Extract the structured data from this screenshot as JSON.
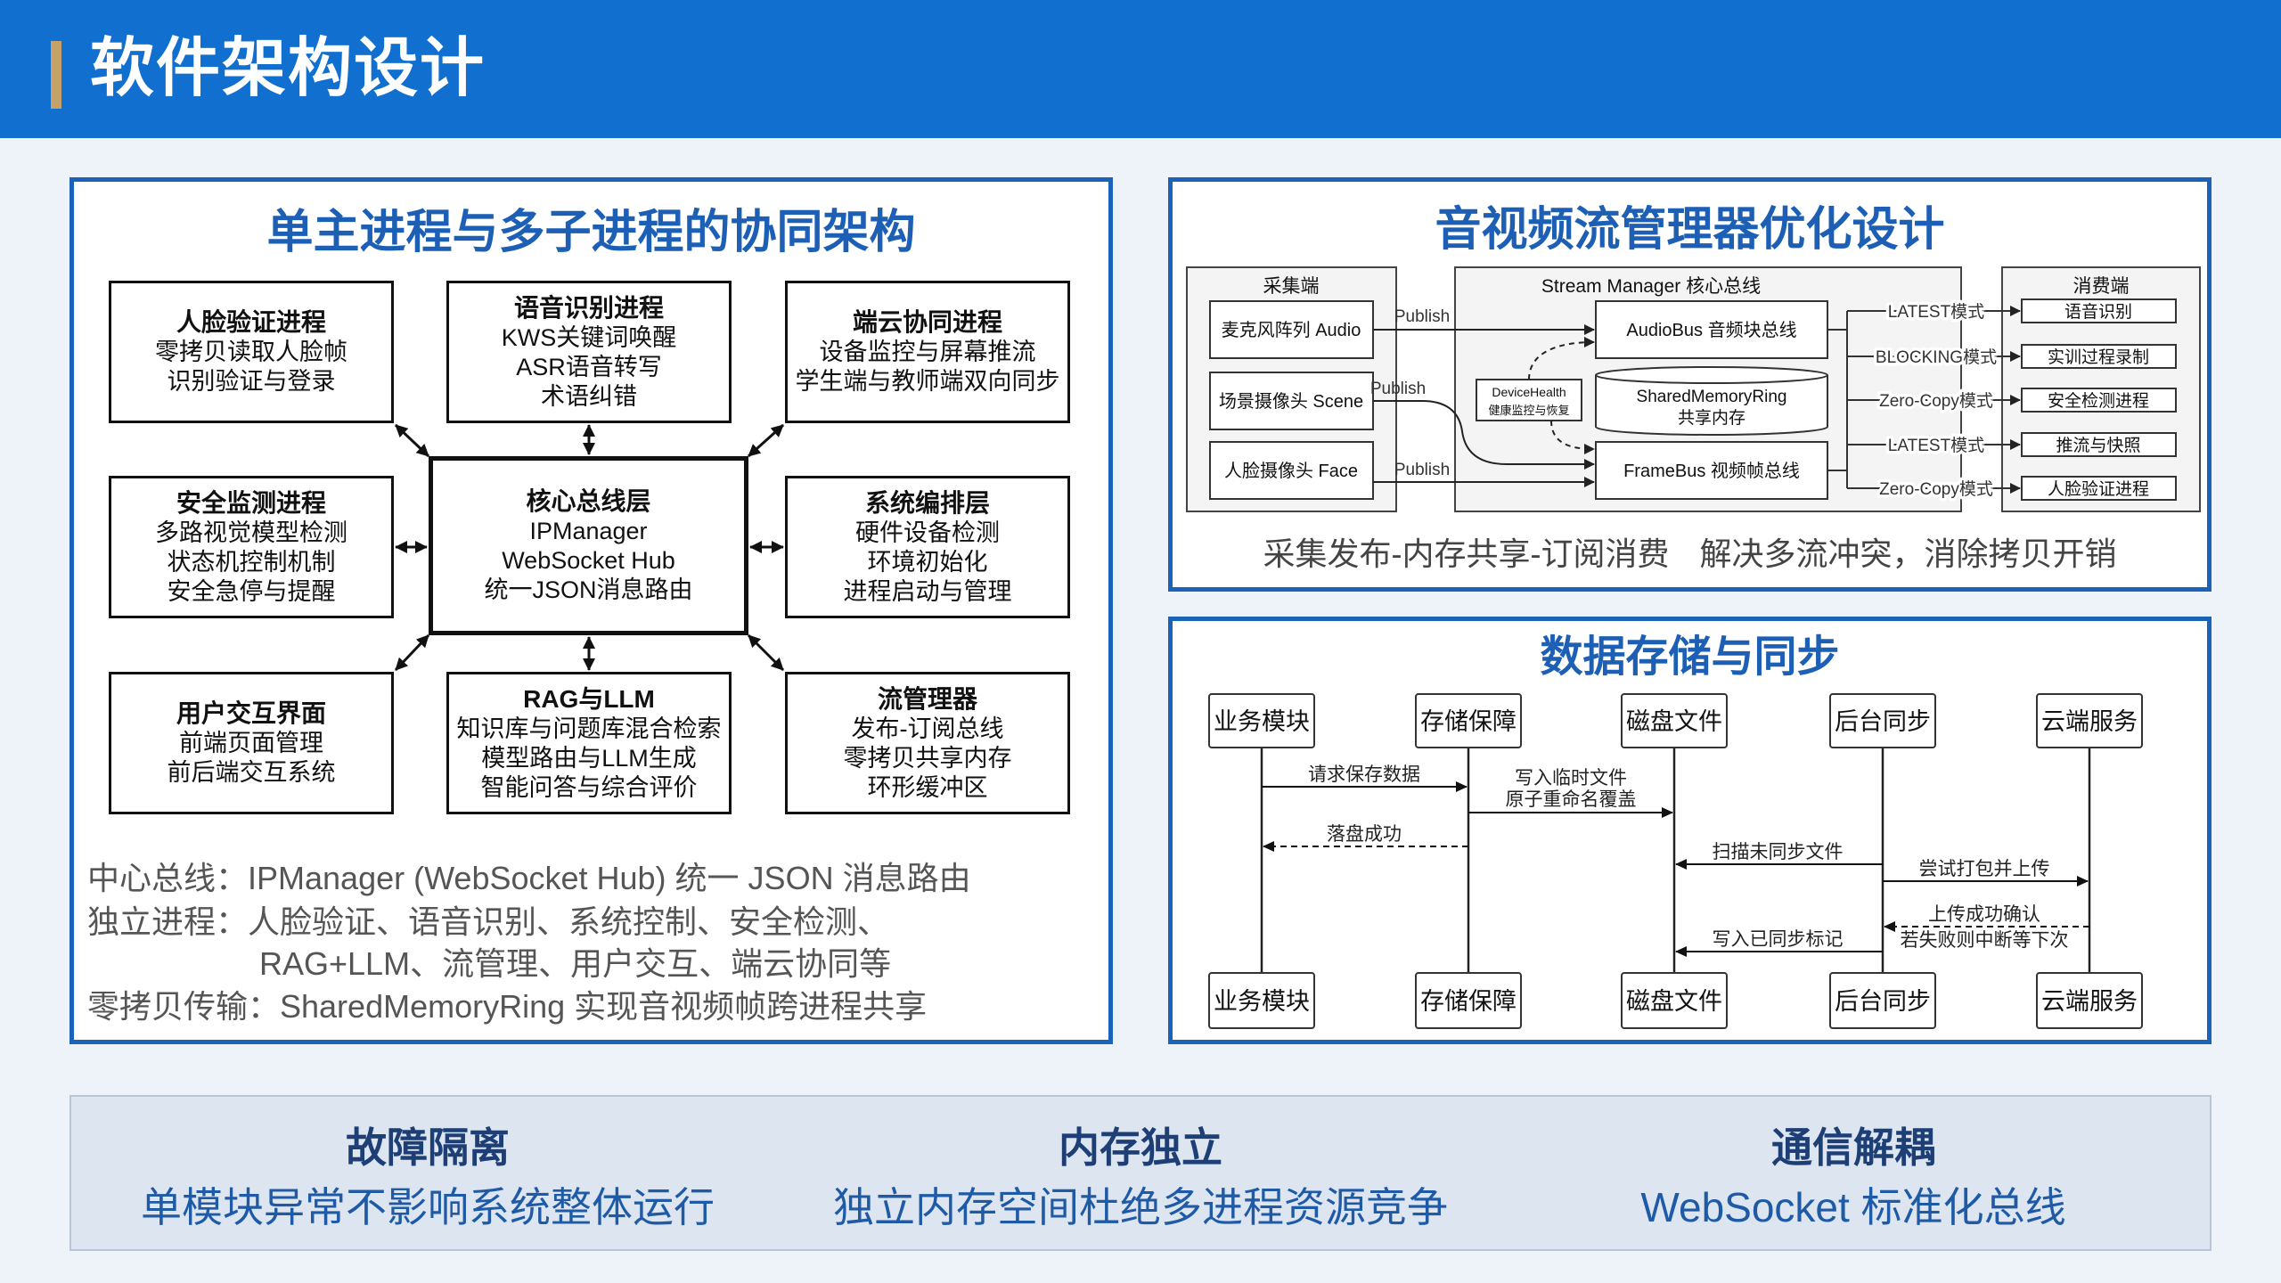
{
  "header": {
    "title": "软件架构设计"
  },
  "arch": {
    "title": "单主进程与多子进程的协同架构",
    "modules": [
      {
        "title": "人脸验证进程",
        "lines": [
          "零拷贝读取人脸帧",
          "识别验证与登录"
        ]
      },
      {
        "title": "语音识别进程",
        "lines": [
          "KWS关键词唤醒",
          "ASR语音转写",
          "术语纠错"
        ]
      },
      {
        "title": "端云协同进程",
        "lines": [
          "设备监控与屏幕推流",
          "学生端与教师端双向同步"
        ]
      },
      {
        "title": "安全监测进程",
        "lines": [
          "多路视觉模型检测",
          "状态机控制机制",
          "安全急停与提醒"
        ]
      },
      {
        "title": "系统编排层",
        "lines": [
          "硬件设备检测",
          "环境初始化",
          "进程启动与管理"
        ]
      },
      {
        "title": "用户交互界面",
        "lines": [
          "前端页面管理",
          "前后端交互系统"
        ]
      },
      {
        "title": "RAG与LLM",
        "lines": [
          "知识库与问题库混合检索",
          "模型路由与LLM生成",
          "智能问答与综合评价"
        ]
      },
      {
        "title": "流管理器",
        "lines": [
          "发布-订阅总线",
          "零拷贝共享内存",
          "环形缓冲区"
        ]
      }
    ],
    "core": {
      "title": "核心总线层",
      "lines": [
        "IPManager",
        "WebSocket Hub",
        "统一JSON消息路由"
      ]
    },
    "notes": [
      "中心总线：IPManager (WebSocket Hub) 统一 JSON 消息路由",
      "独立进程：人脸验证、语音识别、系统控制、安全检测、",
      "RAG+LLM、流管理、用户交互、端云协同等",
      "零拷贝传输：SharedMemoryRing 实现音视频帧跨进程共享"
    ]
  },
  "stream": {
    "title": "音视频流管理器优化设计",
    "producer": {
      "label": "采集端",
      "items": [
        "麦克风阵列 Audio",
        "场景摄像头 Scene",
        "人脸摄像头 Face"
      ]
    },
    "publish_labels": [
      "Publish",
      "Publish",
      "Publish"
    ],
    "core": {
      "label": "Stream Manager 核心总线",
      "audio_bus": "AudioBus 音频块总线",
      "ring": [
        "SharedMemoryRing",
        "共享内存"
      ],
      "frame_bus": "FrameBus 视频帧总线",
      "health": [
        "DeviceHealth",
        "健康监控与恢复"
      ]
    },
    "consumer": {
      "label": "消费端",
      "items": [
        {
          "name": "语音识别",
          "mode": "LATEST模式"
        },
        {
          "name": "实训过程录制",
          "mode": "BLOCKING模式"
        },
        {
          "name": "安全检测进程",
          "mode": "Zero-Copy模式"
        },
        {
          "name": "推流与快照",
          "mode": "LATEST模式"
        },
        {
          "name": "人脸验证进程",
          "mode": "Zero-Copy模式"
        }
      ]
    },
    "caption": [
      "采集发布-内存共享-订阅消费",
      "解决多流冲突，消除拷贝开销"
    ]
  },
  "storage": {
    "title": "数据存储与同步",
    "participants": [
      "业务模块",
      "存储保障",
      "磁盘文件",
      "后台同步",
      "云端服务"
    ],
    "messages": [
      {
        "lines": [
          "请求保存数据"
        ]
      },
      {
        "lines": [
          "写入临时文件",
          "原子重命名覆盖"
        ]
      },
      {
        "lines": [
          "落盘成功"
        ]
      },
      {
        "lines": [
          "扫描未同步文件"
        ]
      },
      {
        "lines": [
          "尝试打包并上传"
        ]
      },
      {
        "lines": [
          "上传成功确认",
          "若失败则中断等下次"
        ]
      },
      {
        "lines": [
          "写入已同步标记"
        ]
      }
    ]
  },
  "benefits": [
    {
      "title": "故障隔离",
      "desc": "单模块异常不影响系统整体运行"
    },
    {
      "title": "内存独立",
      "desc": "独立内存空间杜绝多进程资源竞争"
    },
    {
      "title": "通信解耦",
      "desc": "WebSocket 标准化总线"
    }
  ],
  "colors": {
    "header": "#116fcf",
    "accent_bar": "#c6a26b",
    "panel_border": "#1a63b9",
    "panel_title": "#1c5fb4",
    "page_background": "#eef3fa",
    "benefit_title": "#1d3f75",
    "benefit_desc": "#1e5aa6"
  }
}
